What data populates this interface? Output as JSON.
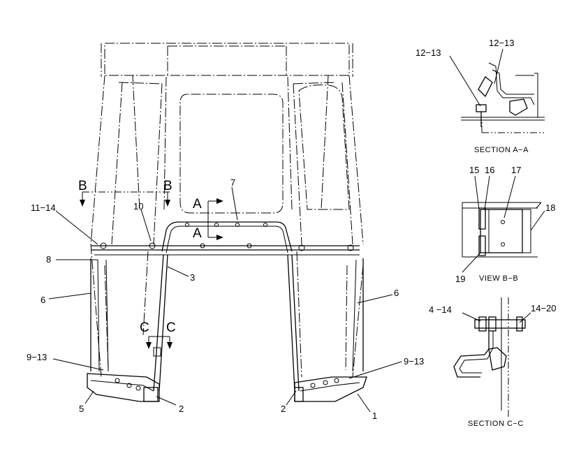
{
  "labels": {
    "l_11_14": "11−14",
    "l_8": "8",
    "l_6_left": "6",
    "l_9_13_left": "9−13",
    "l_5": "5",
    "l_2_left": "2",
    "l_10": "10",
    "l_3": "3",
    "l_7": "7",
    "l_2_right": "2",
    "l_1": "1",
    "l_9_13_right": "9−13",
    "l_6_right": "6",
    "l_12_13_a": "12−13",
    "l_12_13_b": "12−13",
    "l_15": "15",
    "l_16": "16",
    "l_17": "17",
    "l_18": "18",
    "l_19": "19",
    "l_4_14": "4 −14",
    "l_14_20": "14−20"
  },
  "section_markers": {
    "b_left": "B",
    "b_right": "B",
    "a_top": "A",
    "a_bottom": "A",
    "c_left": "C",
    "c_right": "C"
  },
  "captions": {
    "section_a": "SECTION A−A",
    "view_b": "VIEW B−B",
    "section_c": "SECTION C−C"
  }
}
